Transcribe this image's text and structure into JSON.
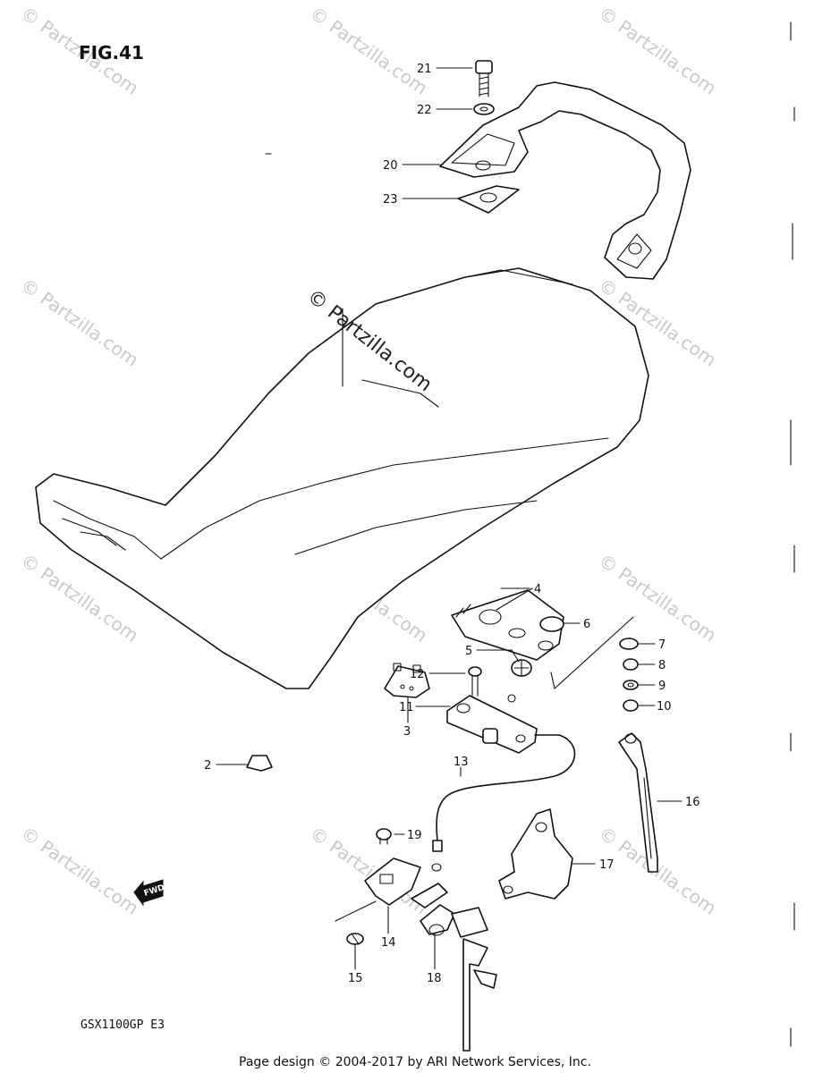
{
  "figure": {
    "title": "FIG.41",
    "model_code": "GSX1100GP  E3",
    "footer": "Page design © 2004-2017 by ARI Network Services, Inc.",
    "center_watermark": "© Partzilla.com",
    "tile_watermark": "© Partzilla.com",
    "fwd_label": "FWD"
  },
  "callouts": [
    "2",
    "3",
    "4",
    "5",
    "6",
    "7",
    "8",
    "9",
    "10",
    "11",
    "12",
    "13",
    "14",
    "15",
    "16",
    "17",
    "18",
    "19",
    "20",
    "21",
    "22",
    "23"
  ]
}
